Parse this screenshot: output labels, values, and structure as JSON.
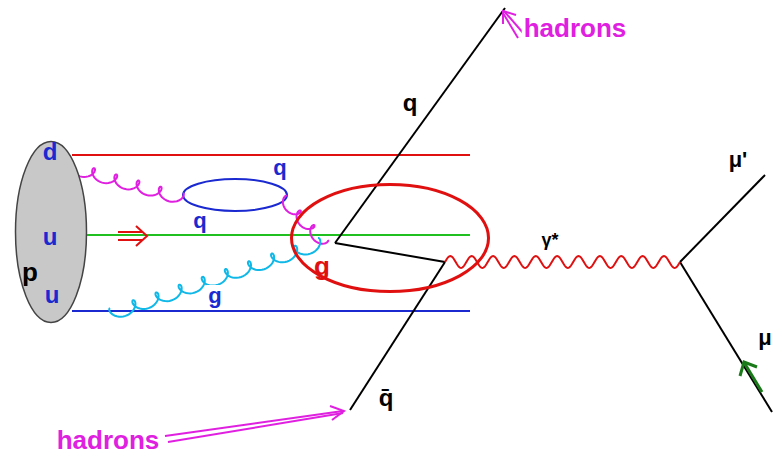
{
  "diagram": {
    "nodes": [
      {
        "text": [
          "d",
          "u",
          "p",
          "u"
        ]
      },
      {
        "text": [
          "g"
        ]
      }
    ],
    "labels": [
      "hadrons",
      "q",
      "q",
      "q",
      "γ*",
      "μ'",
      "g",
      "q̄",
      "μ",
      "hadrons"
    ]
  }
}
